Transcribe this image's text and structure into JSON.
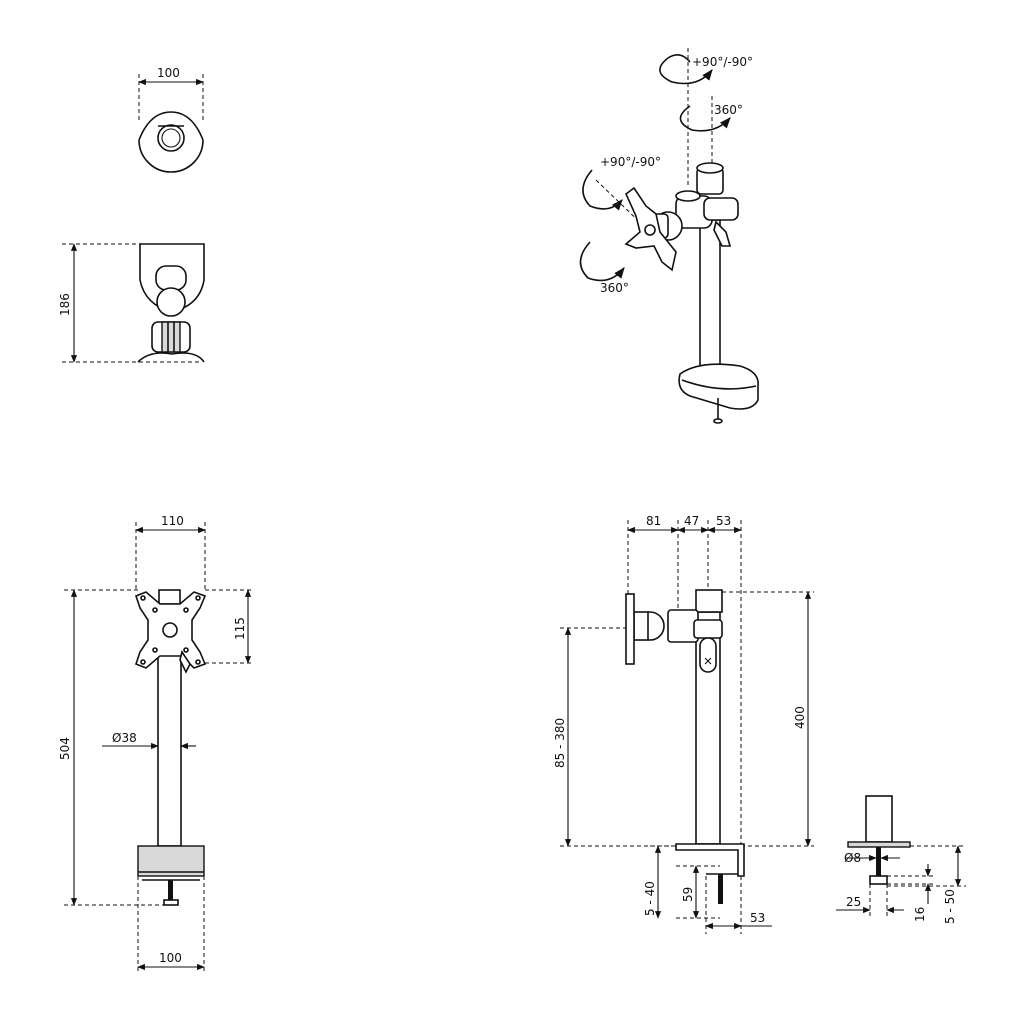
{
  "top_view": {
    "width": "100"
  },
  "side_view_top": {
    "height": "186"
  },
  "iso_view": {
    "top_rotation": "+90°/-90°",
    "top_swivel": "360°",
    "head_tilt": "+90°/-90°",
    "head_swivel": "360°"
  },
  "front_view": {
    "head_width": "110",
    "head_height": "115",
    "total_height": "504",
    "pole_diameter": "Ø38",
    "base_width": "100"
  },
  "side_view": {
    "dim_a": "81",
    "dim_b": "47",
    "dim_c": "53",
    "pole_height": "400",
    "head_range": "85 - 380",
    "desk_range": "5 - 40",
    "clamp_depth": "59",
    "clamp_offset": "53"
  },
  "clamp_detail": {
    "bolt_diameter": "Ø8",
    "width": "25",
    "clamp_height": "16",
    "range": "5 - 50"
  }
}
